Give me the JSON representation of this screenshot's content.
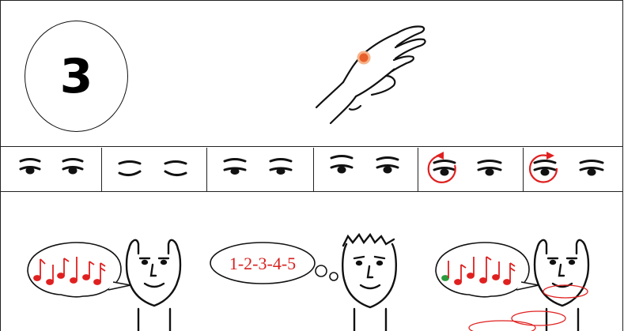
{
  "step": {
    "number": "3"
  },
  "eye_expressions": [
    {
      "name": "eyes-neutral"
    },
    {
      "name": "eyes-closed"
    },
    {
      "name": "eyes-half-open"
    },
    {
      "name": "eyes-brows-raised"
    },
    {
      "name": "eyes-roll-counterclockwise",
      "arrow_color": "#e02020"
    },
    {
      "name": "eyes-roll-clockwise",
      "arrow_color": "#e02020"
    }
  ],
  "faces": [
    {
      "name": "face-singing"
    },
    {
      "name": "face-counting",
      "thought_text": "1-2-3-4-5"
    },
    {
      "name": "face-humming"
    }
  ],
  "colors": {
    "accent": "#e02020",
    "touch_point": "#e8612c",
    "ink": "#111111"
  }
}
